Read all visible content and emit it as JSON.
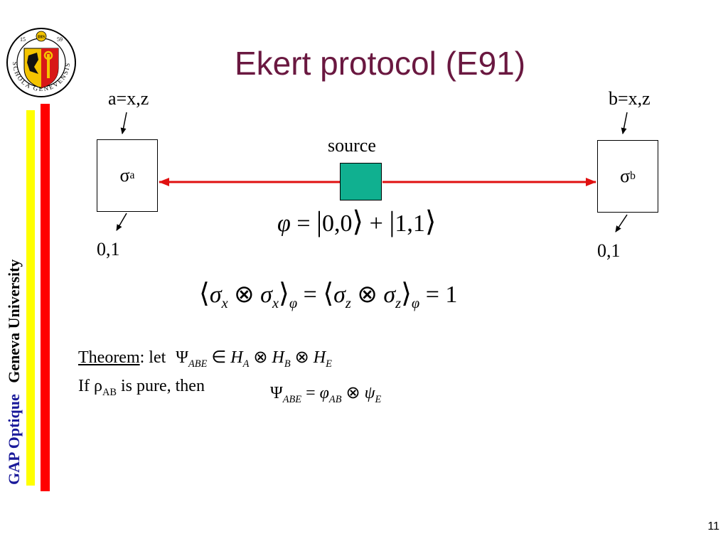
{
  "title": "Ekert protocol (E91)",
  "sidebar": {
    "institution": "Geneva University",
    "group": "GAP Optique",
    "seal_text": "SCHOLA GENEVENSIS",
    "seal_year_left": "15",
    "seal_year_right": "59",
    "seal_badge": "IHS"
  },
  "alice": {
    "settings": "a=x,z",
    "operator": "σ",
    "operator_sub": "a",
    "outcomes": "0,1"
  },
  "bob": {
    "settings": "b=x,z",
    "operator": "σ",
    "operator_sub": "b",
    "outcomes": "0,1"
  },
  "source_label": "source",
  "state": {
    "lhs": "φ",
    "eq": "=",
    "ket1": "0,0",
    "plus": "+",
    "ket2": "1,1"
  },
  "correlation": {
    "sigma": "σ",
    "x": "x",
    "z": "z",
    "otimes": "⊗",
    "phi": "φ",
    "eq": "=",
    "result": "1"
  },
  "theorem": {
    "heading": "Theorem",
    "colon_let": ": let",
    "psi": "Ψ",
    "abe": "ABE",
    "in": "∈",
    "H": "H",
    "A": "A",
    "B": "B",
    "E": "E",
    "otimes": "⊗",
    "line2_if": "If ρ",
    "line2_ab": "AB",
    "line2_rest": " is pure, then",
    "eq": "=",
    "phi": "φ",
    "AB": "AB",
    "psi_lower": "ψ"
  },
  "page_number": "11",
  "colors": {
    "title": "#6a1840",
    "arrow": "#e01010",
    "source": "#10b090",
    "sidebar_text": "#1a1a9a",
    "yellow_bar": "#ffff00",
    "red_bar": "#ff0000"
  }
}
